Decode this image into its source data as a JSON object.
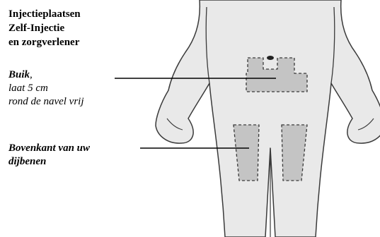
{
  "title": {
    "line1": "Injectieplaatsen",
    "line2": "Zelf-Injectie",
    "line3": "en zorgverlener"
  },
  "labels": {
    "buik": {
      "name": "Buik",
      "punct": ",",
      "line2": "laat 5 cm",
      "line3": "rond de navel vrij"
    },
    "dijbenen": {
      "line1": "Bovenkant van uw",
      "line2": "dijbenen"
    }
  },
  "colors": {
    "body_fill": "#e9e9e9",
    "injection_area_fill": "#c4c4c4",
    "outline": "#3a3a3a"
  }
}
